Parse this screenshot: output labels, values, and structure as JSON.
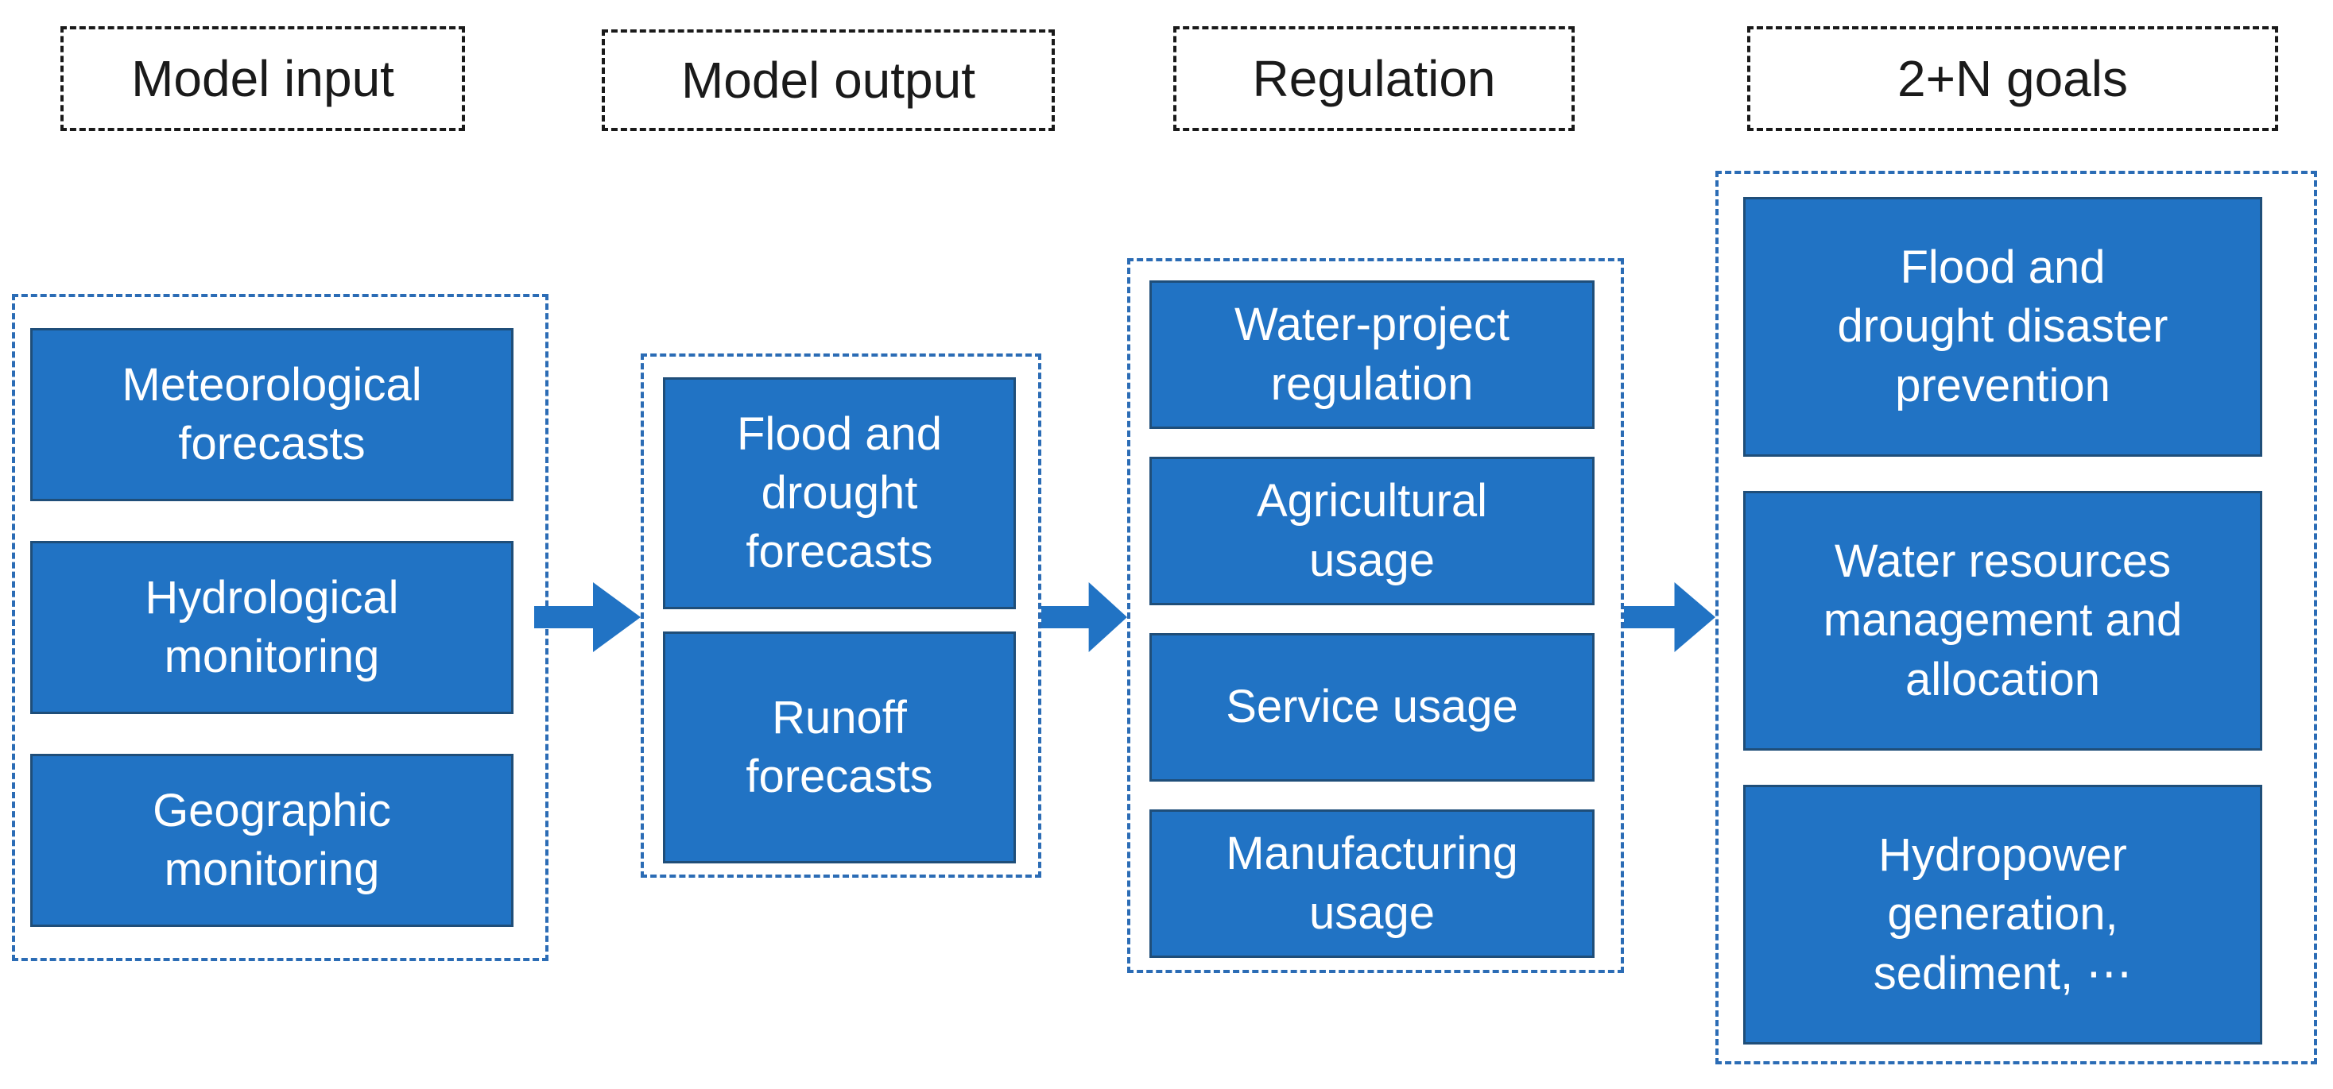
{
  "diagram": {
    "title_implicit": "Model flow from inputs to 2+N goals",
    "columns": [
      {
        "header": "Model input",
        "items": [
          {
            "label": "Meteorological\nforecasts"
          },
          {
            "label": "Hydrological\nmonitoring"
          },
          {
            "label": "Geographic\nmonitoring"
          }
        ]
      },
      {
        "header": "Model output",
        "items": [
          {
            "label": "Flood and\ndrought\nforecasts"
          },
          {
            "label": "Runoff\nforecasts"
          }
        ]
      },
      {
        "header": "Regulation",
        "items": [
          {
            "label": "Water-project\nregulation"
          },
          {
            "label": "Agricultural\nusage"
          },
          {
            "label": "Service usage"
          },
          {
            "label": "Manufacturing\nusage"
          }
        ]
      },
      {
        "header": "2+N goals",
        "items": [
          {
            "label": "Flood and\ndrought disaster\nprevention"
          },
          {
            "label": "Water resources\nmanagement and\nallocation"
          },
          {
            "label": "Hydropower\ngeneration,\nsediment, ⋯"
          }
        ]
      }
    ],
    "flow": [
      "Model input → Model output",
      "Model output → Regulation",
      "Regulation → 2+N goals"
    ],
    "colors": {
      "box_fill": "#2173c4",
      "box_border": "#1f4e79",
      "box_text": "#ffffff",
      "container_dash": "#2b6cb5",
      "header_dash": "#1a1a1a",
      "header_text": "#1a1a1a",
      "arrow": "#2173c4",
      "background": "#ffffff"
    }
  }
}
